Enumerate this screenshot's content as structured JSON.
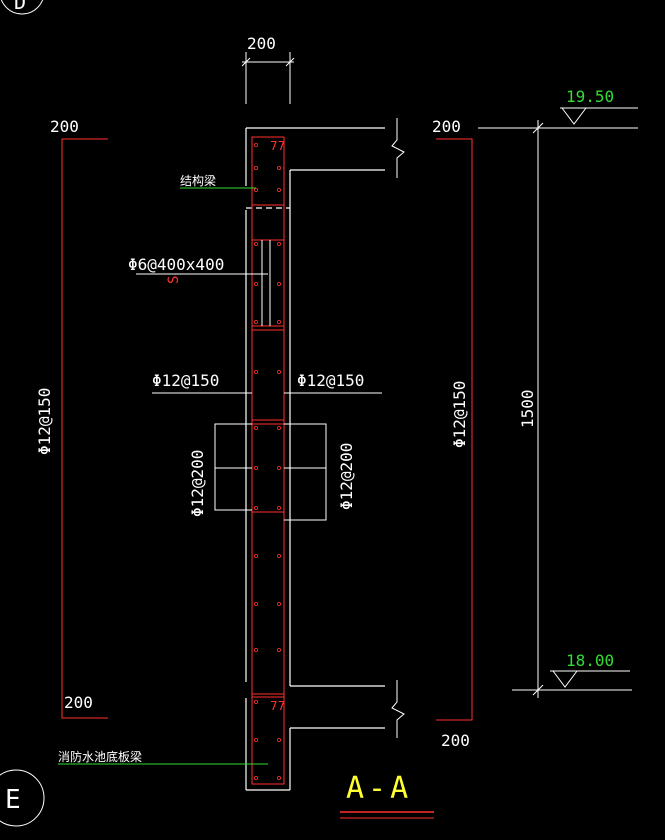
{
  "drawing": {
    "section_title": "A-A",
    "grid_bubbles": {
      "top": "D",
      "bottom": "E"
    },
    "dimensions": {
      "wall_thickness_top": "200",
      "left_top": "200",
      "left_bottom": "200",
      "right_top": "200",
      "right_bottom": "200",
      "height": "1500"
    },
    "elevations": {
      "top": "19.50",
      "bottom": "18.00"
    },
    "rebar_labels": {
      "left_vertical": "Φ12@150",
      "right_vertical": "Φ12@150",
      "horizontal_left": "Φ12@150",
      "horizontal_right": "Φ12@150",
      "stirrup": "Φ6@400x400",
      "stirrup_mark": "S",
      "mid_left": "Φ12@200",
      "mid_right": "Φ12@200"
    },
    "annotations": {
      "structural_beam": "结构梁",
      "pool_bottom_beam": "消防水池底板梁"
    },
    "colors": {
      "background": "#000000",
      "lines": "#ffffff",
      "rebar": "#ff3030",
      "leader": "#33dd33",
      "title": "#ffff33"
    }
  }
}
